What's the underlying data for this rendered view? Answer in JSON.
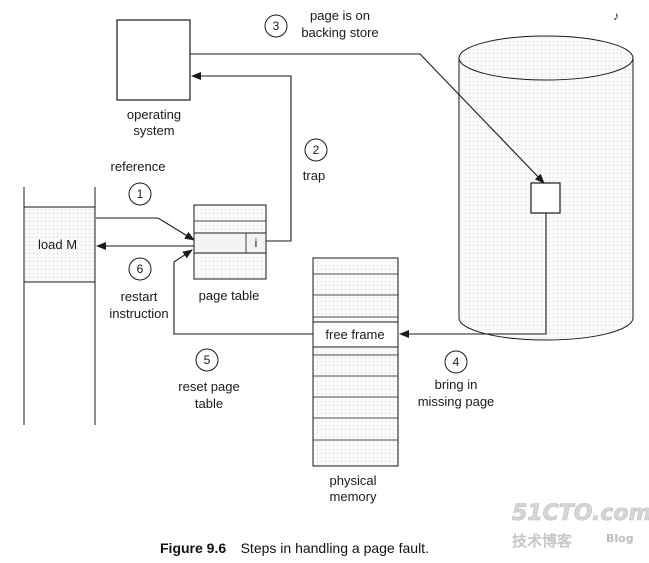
{
  "steps": {
    "s1": {
      "number": "1",
      "label": "reference"
    },
    "s2": {
      "number": "2",
      "label": "trap"
    },
    "s3": {
      "number": "3",
      "label_line1": "page is on",
      "label_line2": "backing store"
    },
    "s4": {
      "number": "4",
      "label_line1": "bring in",
      "label_line2": "missing page"
    },
    "s5": {
      "number": "5",
      "label_line1": "reset page",
      "label_line2": "table"
    },
    "s6": {
      "number": "6",
      "label_line1": "restart",
      "label_line2": "instruction"
    }
  },
  "operating_system": {
    "line1": "operating",
    "line2": "system"
  },
  "program": {
    "instruction": "load M"
  },
  "page_table": {
    "label": "page table",
    "invalid_bit": "i"
  },
  "physical_memory": {
    "line1": "physical",
    "line2": "memory",
    "free_frame": "free frame"
  },
  "caption": {
    "figure": "Figure 9.6",
    "text": "Steps in handling a page fault."
  },
  "watermark": {
    "site": "51CTO.com",
    "cn": "技术博客",
    "blog": "Blog"
  },
  "corner_mark": "♪"
}
